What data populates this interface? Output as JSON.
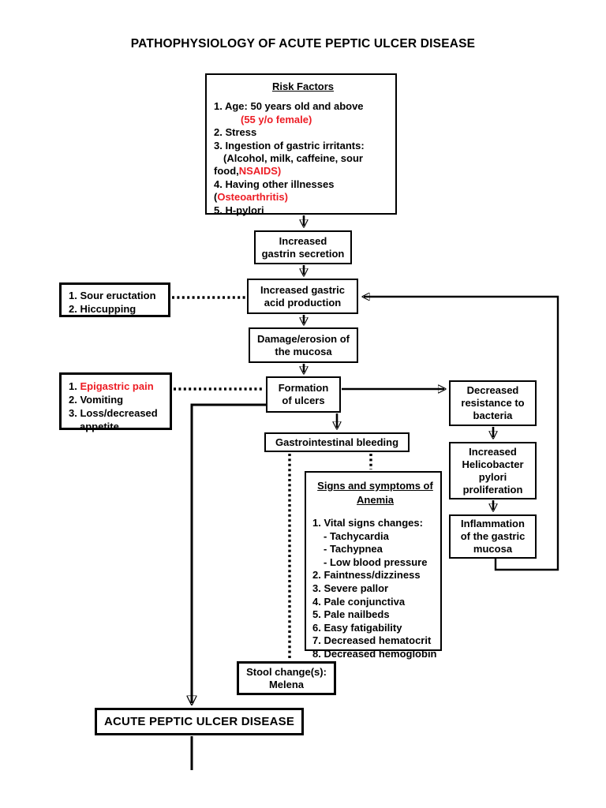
{
  "colors": {
    "red": "#ed1c24",
    "ink": "#000000",
    "background": "#ffffff"
  },
  "title": "PATHOPHYSIOLOGY OF ACUTE PEPTIC ULCER DISEASE",
  "boxes": {
    "risk_factors": {
      "heading": "Risk Factors",
      "lines": [
        {
          "segs": [
            {
              "t": "1. Age: 50 years old and above"
            }
          ]
        },
        {
          "indent": 34,
          "segs": [
            {
              "t": "(55 y/o female)",
              "red": true
            }
          ]
        },
        {
          "segs": [
            {
              "t": "2. Stress"
            }
          ]
        },
        {
          "segs": [
            {
              "t": "3. Ingestion of gastric irritants:"
            }
          ]
        },
        {
          "indent": 12,
          "segs": [
            {
              "t": "(Alcohol, milk, caffeine, sour"
            }
          ]
        },
        {
          "segs": [
            {
              "t": "food,"
            },
            {
              "t": "NSAIDS)",
              "red": true
            }
          ]
        },
        {
          "segs": [
            {
              "t": "4. Having other illnesses"
            }
          ]
        },
        {
          "segs": [
            {
              "t": "("
            },
            {
              "t": "Osteoarthritis)",
              "red": true
            }
          ]
        },
        {
          "segs": [
            {
              "t": "5. H-pylori"
            }
          ]
        }
      ]
    },
    "gastrin": {
      "text": "Increased\ngastrin secretion"
    },
    "acid": {
      "text": "Increased gastric\nacid production"
    },
    "sour": {
      "lines": [
        {
          "segs": [
            {
              "t": "1. Sour eructation"
            }
          ]
        },
        {
          "segs": [
            {
              "t": "2. Hiccupping"
            }
          ]
        }
      ]
    },
    "damage": {
      "text": "Damage/erosion of\nthe mucosa"
    },
    "formation": {
      "text": "Formation\nof ulcers"
    },
    "epigastric": {
      "lines": [
        {
          "segs": [
            {
              "t": "1. "
            },
            {
              "t": "Epigastric pain",
              "red": true
            }
          ]
        },
        {
          "segs": [
            {
              "t": "2. Vomiting"
            }
          ]
        },
        {
          "segs": [
            {
              "t": "3. Loss/decreased"
            }
          ]
        },
        {
          "indent": 14,
          "segs": [
            {
              "t": "appetite"
            }
          ]
        }
      ]
    },
    "resistance": {
      "text": "Decreased\nresistance to\nbacteria"
    },
    "hpylori": {
      "text": "Increased\nHelicobacter\npylori\nproliferation"
    },
    "inflammation": {
      "text": "Inflammation\nof the gastric\nmucosa"
    },
    "gi_bleeding": {
      "text": "Gastrointestinal bleeding"
    },
    "anemia": {
      "heading": "Signs and symptoms of\nAnemia",
      "lines": [
        {
          "segs": [
            {
              "t": "1. Vital signs changes:"
            }
          ]
        },
        {
          "indent": 14,
          "segs": [
            {
              "t": "- Tachycardia"
            }
          ]
        },
        {
          "indent": 14,
          "segs": [
            {
              "t": "- Tachypnea"
            }
          ]
        },
        {
          "indent": 14,
          "segs": [
            {
              "t": "- Low blood pressure"
            }
          ]
        },
        {
          "segs": [
            {
              "t": "2. Faintness/dizziness"
            }
          ]
        },
        {
          "segs": [
            {
              "t": "3. Severe pallor"
            }
          ]
        },
        {
          "segs": [
            {
              "t": "4. Pale conjunctiva"
            }
          ]
        },
        {
          "segs": [
            {
              "t": "5. Pale nailbeds"
            }
          ]
        },
        {
          "segs": [
            {
              "t": "6. Easy fatigability"
            }
          ]
        },
        {
          "segs": [
            {
              "t": "7. Decreased hematocrit"
            }
          ]
        },
        {
          "segs": [
            {
              "t": "8. Decreased hemoglobin"
            }
          ]
        }
      ]
    },
    "stool": {
      "text": "Stool change(s):\nMelena"
    },
    "apud": {
      "text": "ACUTE PEPTIC ULCER DISEASE"
    }
  }
}
